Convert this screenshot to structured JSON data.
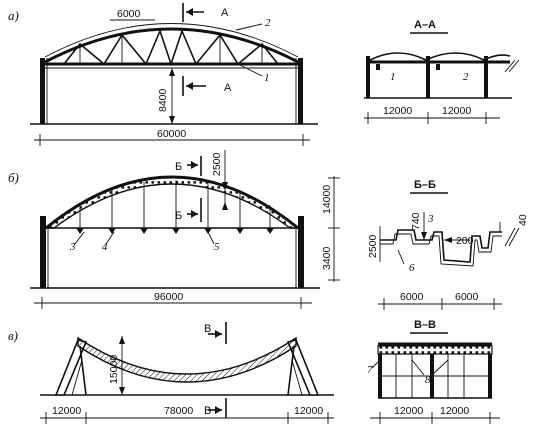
{
  "panels": {
    "a": {
      "letter": "а)",
      "dims": {
        "top_width": "6000",
        "height": "8400",
        "span": "60000"
      },
      "section_mark": "А",
      "callouts": {
        "one": "1",
        "two": "2"
      }
    },
    "b": {
      "letter": "б)",
      "dims": {
        "rise": "2500",
        "total_height": "14000",
        "column": "3400",
        "span": "96000"
      },
      "section_mark": "Б",
      "callouts": {
        "three": "3",
        "four": "4",
        "five": "5"
      }
    },
    "v": {
      "letter": "в)",
      "dims": {
        "sag": "15000",
        "left": "12000",
        "middle": "78000",
        "right": "12000"
      },
      "section_mark": "В"
    }
  },
  "sections": {
    "aa": {
      "title": "А–А",
      "dims": {
        "left": "12000",
        "right": "12000"
      },
      "callouts": {
        "one": "1",
        "two": "2"
      }
    },
    "bb": {
      "title": "Б–Б",
      "dims": {
        "d740": "740",
        "d200": "200",
        "d40": "40",
        "d2500": "2500",
        "left": "6000",
        "right": "6000"
      },
      "callouts": {
        "three": "3",
        "six": "6"
      }
    },
    "vv": {
      "title": "В–В",
      "dims": {
        "left": "12000",
        "right": "12000"
      },
      "callouts": {
        "seven": "7",
        "eight": "8"
      }
    }
  }
}
